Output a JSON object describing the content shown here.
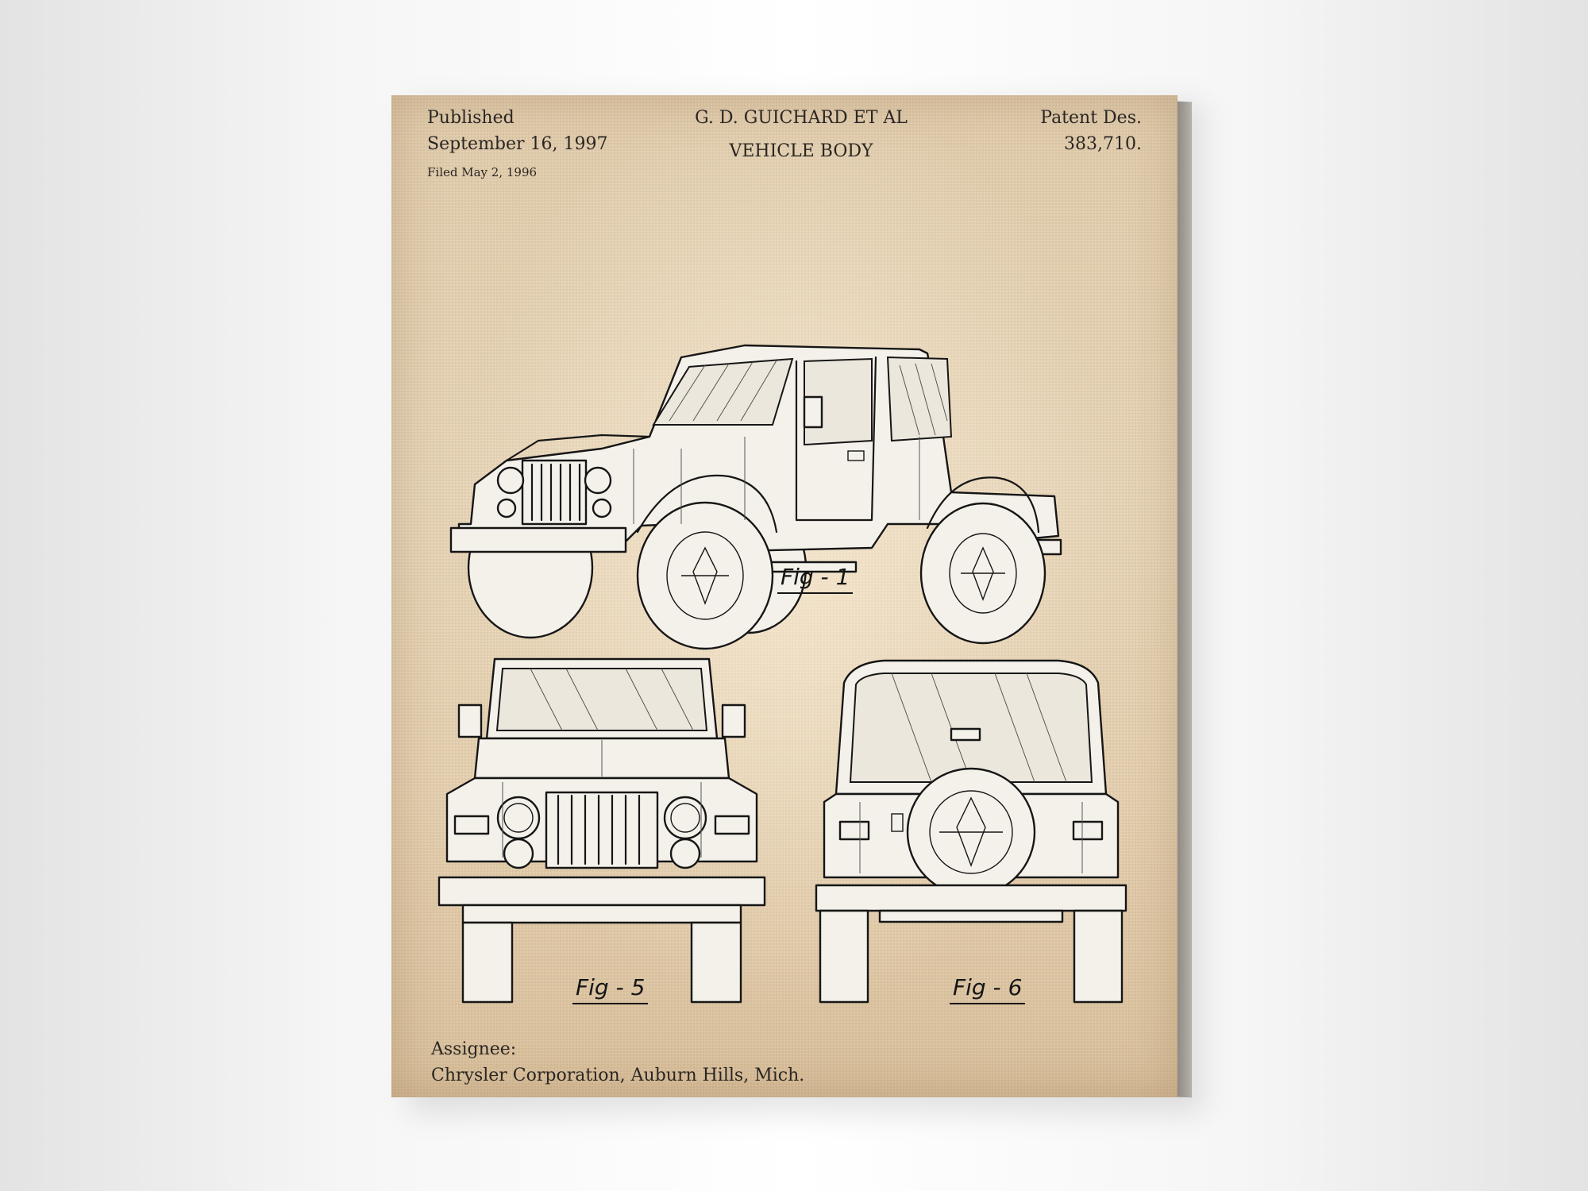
{
  "header": {
    "published_label": "Published",
    "published_date": "September 16, 1997",
    "filed": "Filed May 2, 1996",
    "inventor": "G. D. GUICHARD ET AL",
    "title": "VEHICLE BODY",
    "patent_label": "Patent Des.",
    "patent_number": "383,710."
  },
  "figures": {
    "fig1": "Fig - 1",
    "fig5": "Fig - 5",
    "fig6": "Fig - 6"
  },
  "footer": {
    "assignee_label": "Assignee:",
    "assignee": "Chrysler Corporation, Auburn Hills, Mich."
  },
  "colors": {
    "paper": "#e7d3b4",
    "ink": "#161616",
    "wall": "#f6f6f6"
  }
}
